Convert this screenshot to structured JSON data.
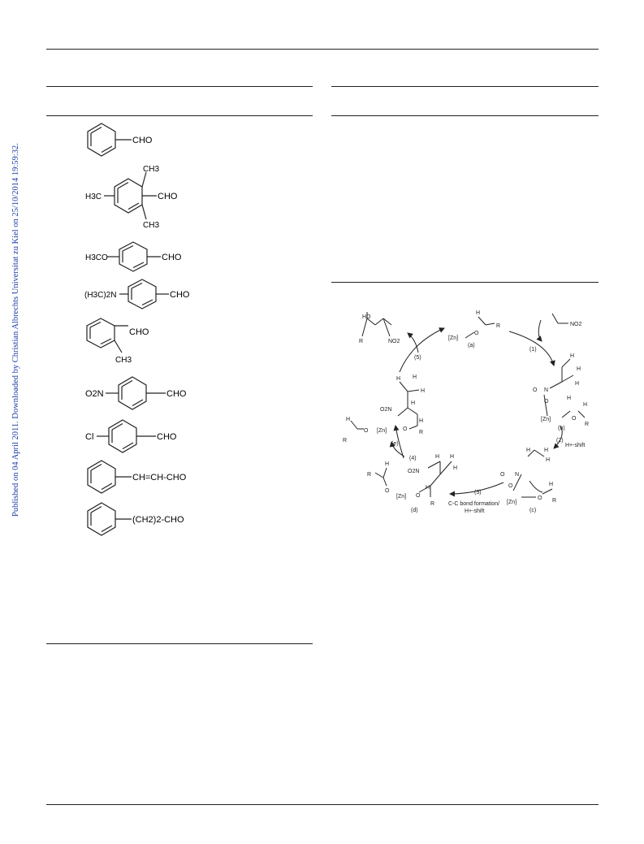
{
  "sidebar_notice": "Published on 04 April 2011. Downloaded by Christian Albrechts Universitat zu Kiel on 25/10/2014 19:59:32.",
  "aldehydes": [
    {
      "substituents": [],
      "group": "CHO"
    },
    {
      "substituents": [
        "H3C",
        "CH3",
        "CH3"
      ],
      "group": "CHO"
    },
    {
      "substituents": [
        "H3CO"
      ],
      "group": "CHO"
    },
    {
      "substituents": [
        "(H3C)2N"
      ],
      "group": "CHO"
    },
    {
      "substituents": [
        "CH3"
      ],
      "group": "CHO"
    },
    {
      "substituents": [
        "O2N"
      ],
      "group": "CHO"
    },
    {
      "substituents": [
        "Cl"
      ],
      "group": "CHO"
    },
    {
      "substituents": [],
      "group": "CH=CH-CHO"
    },
    {
      "substituents": [],
      "group": "(CH2)2-CHO"
    }
  ],
  "mechanism": {
    "steps": [
      {
        "number": "(1)"
      },
      {
        "number": "(2)",
        "label": "H+-shift"
      },
      {
        "number": "(3)",
        "label_line1": "C-C bond formation/",
        "label_line2": "H+-shift"
      },
      {
        "number": "(4)"
      },
      {
        "number": "(5)"
      }
    ],
    "intermediates": [
      "(a)",
      "(b)",
      "(c)",
      "(d)",
      "(e)"
    ],
    "catalyst": "[Zn]",
    "reagent": "NO2",
    "atoms": {
      "H": "H",
      "O": "O",
      "N": "N",
      "R": "R",
      "HO": "HO",
      "O2N": "O2N",
      "NO2": "NO2"
    }
  }
}
